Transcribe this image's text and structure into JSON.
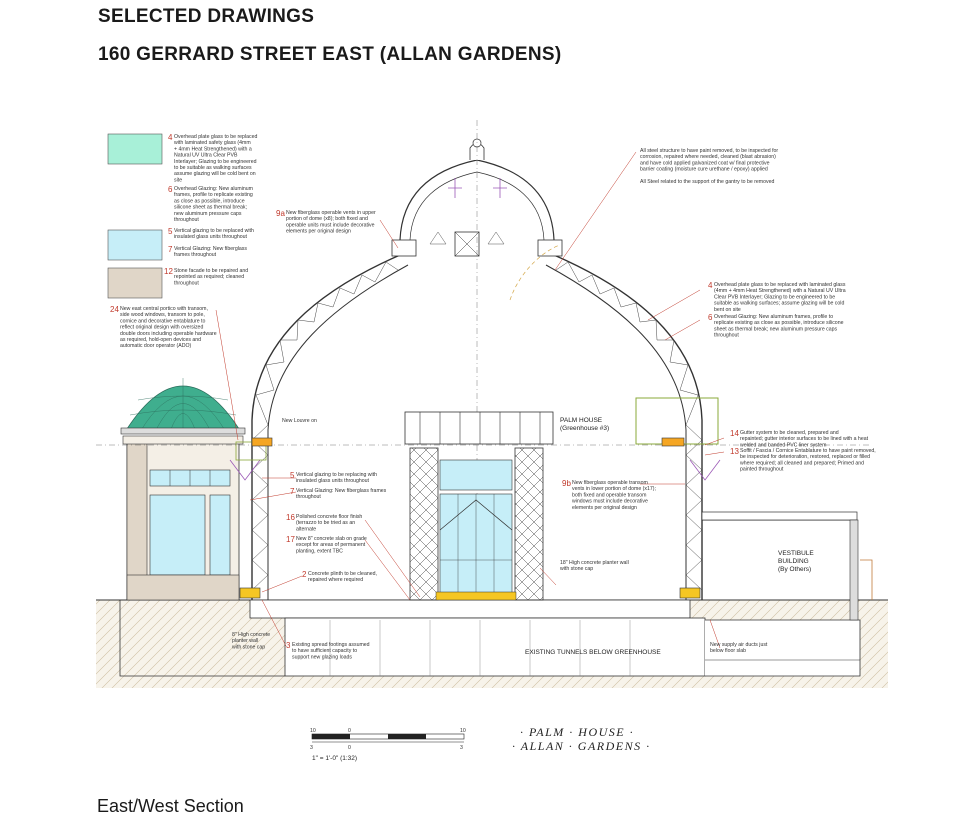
{
  "header": {
    "line1": "SELECTED DRAWINGS",
    "line2": "160 GERRARD STREET EAST (ALLAN GARDENS)"
  },
  "caption": "East/West Section",
  "colors": {
    "overhead_glass": "#a8f0d8",
    "vertical_glass": "#c6eef8",
    "stone": "#e0d6c8",
    "ground": "#e8dcc4",
    "dome_green": "#3fae8e",
    "leader": "#c0392b",
    "highlight": "#8aa83a"
  },
  "legend": [
    {
      "num": "4",
      "color_key": "overhead_glass",
      "lines": [
        "Overhead plate glass to be replaced",
        "with laminated safety glass (4mm",
        "+ 4mm Heat Strengthened) with a",
        "Natural UV Ultra Clear PVB",
        "Interlayer; Glazing to be engineered",
        "to be suitable as walking surfaces",
        "assume glazing will be cold bent on",
        "site"
      ]
    },
    {
      "num": "6",
      "color_key": "",
      "lines": [
        "Overhead Glazing: New aluminum",
        "frames, profile to replicate existing",
        "as close as possible, introduce",
        "silicone sheet as thermal break;",
        "new aluminum pressure caps",
        "throughout"
      ]
    },
    {
      "num": "5",
      "color_key": "vertical_glass",
      "lines": [
        "Vertical glazing to be replaced with",
        "insulated glass units throughout"
      ]
    },
    {
      "num": "7",
      "color_key": "",
      "lines": [
        "Vertical Glazing: New fiberglass",
        "frames throughout"
      ]
    },
    {
      "num": "12",
      "color_key": "stone",
      "lines": [
        "Stone facade to be repaired and",
        "repointed as required; cleaned",
        "throughout"
      ]
    }
  ],
  "notes": {
    "n1": {
      "lines": [
        "All steel structure to have paint removed, to be inspected for",
        "corrosion, repaired where needed, cleaned (blast abrasion)",
        "and have cold applied galvanized coat w/ final protective",
        "barrier coating (moisture cure urethane / epoxy) applied",
        "",
        "All Steel related to the support of the gantry to be removed"
      ]
    },
    "n9a": {
      "num": "9a",
      "lines": [
        "New fiberglass operable vents in upper",
        "portion of dome (x8); both fixed and",
        "operable units must include decorative",
        "elements per original design"
      ]
    },
    "n4r": {
      "num": "4",
      "lines": [
        "Overhead plate glass to be replaced with laminated glass",
        "(4mm + 4mm Heat Strengthened) with a Natural UV Ultra",
        "Clear PVB Interlayer; Glazing to be engineered to be",
        "suitable as walking surfaces; assume glazing will be cold",
        "bent on site"
      ]
    },
    "n6r": {
      "num": "6",
      "lines": [
        "Overhead Glazing: New aluminum frames, profile to",
        "replicate existing as close as possible, introduce silicone",
        "sheet as thermal break; new aluminum pressure caps",
        "throughout"
      ]
    },
    "n24": {
      "num": "24",
      "lines": [
        "New east central portico with transom,",
        "side wood windows, transom to pole,",
        "cornice and decorative entablature to",
        "reflect original design with oversized",
        "double doors including operable hardware",
        "as required, hold-open devices and",
        "automatic door operator (ADO)"
      ]
    },
    "n14": {
      "num": "14",
      "lines": [
        "Gutter system to be cleaned, prepared and",
        "repainted; gutter interior surfaces to be lined with a heat",
        "welded and banded PVC liner system"
      ]
    },
    "n13": {
      "num": "13",
      "lines": [
        "Soffit / Fascia / Cornice Entablature to have paint removed,",
        "be inspected for deterioration, restored, replaced or filled",
        "where required; all cleaned and prepared; Primed and",
        "painted throughout"
      ]
    },
    "n5b": {
      "num": "5",
      "lines": [
        "Vertical glazing to be replacing with",
        "insulated glass units throughout"
      ]
    },
    "n7b": {
      "num": "7",
      "lines": [
        "Vertical Glazing: New fiberglass frames",
        "throughout"
      ]
    },
    "n9b": {
      "num": "9b",
      "lines": [
        "New fiberglass operable transom",
        "vents in lower portion of dome (x17);",
        "both fixed and operable transom",
        "windows must include decorative",
        "elements per original design"
      ]
    },
    "n16": {
      "num": "16",
      "lines": [
        "Polished concrete floor finish",
        "(terrazzo to be tried as an",
        "alternate"
      ]
    },
    "n17": {
      "num": "17",
      "lines": [
        "New 8\" concrete slab on grade",
        "except for areas of permanent",
        "planting, extent TBC"
      ]
    },
    "n2": {
      "num": "2",
      "lines": [
        "Concrete plinth to be cleaned,",
        "repaired where required"
      ]
    },
    "n3": {
      "num": "3",
      "lines": [
        "Existing spread footings assumed",
        "to have sufficient capacity to",
        "support new glazing loads"
      ]
    },
    "n18": {
      "lines": [
        "18\" High concrete planter wall",
        "with stone cap"
      ]
    },
    "n8": {
      "lines": [
        "8\" High concrete",
        "planter wall",
        "with stone cap"
      ]
    },
    "nduct": {
      "lines": [
        "New supply air ducts just",
        "below floor slab"
      ]
    },
    "nlouvre": {
      "lines": [
        "New Louvre on"
      ]
    }
  },
  "labels": {
    "palm_house": "PALM HOUSE",
    "greenhouse": "(Greenhouse #3)",
    "vestibule": "VESTIBULE",
    "building": "BUILDING",
    "by_others": "(By Others)",
    "tunnels": "EXISTING TUNNELS BELOW GREENHOUSE"
  },
  "stamp": {
    "line1": "· PALM · HOUSE ·",
    "line2": "· ALLAN · GARDENS ·"
  },
  "scale": {
    "label": "1\" = 1'-0\" (1:32)",
    "ticks_top": [
      "10",
      "0",
      "10"
    ],
    "ticks_bottom": [
      "3",
      "0",
      "3"
    ]
  }
}
